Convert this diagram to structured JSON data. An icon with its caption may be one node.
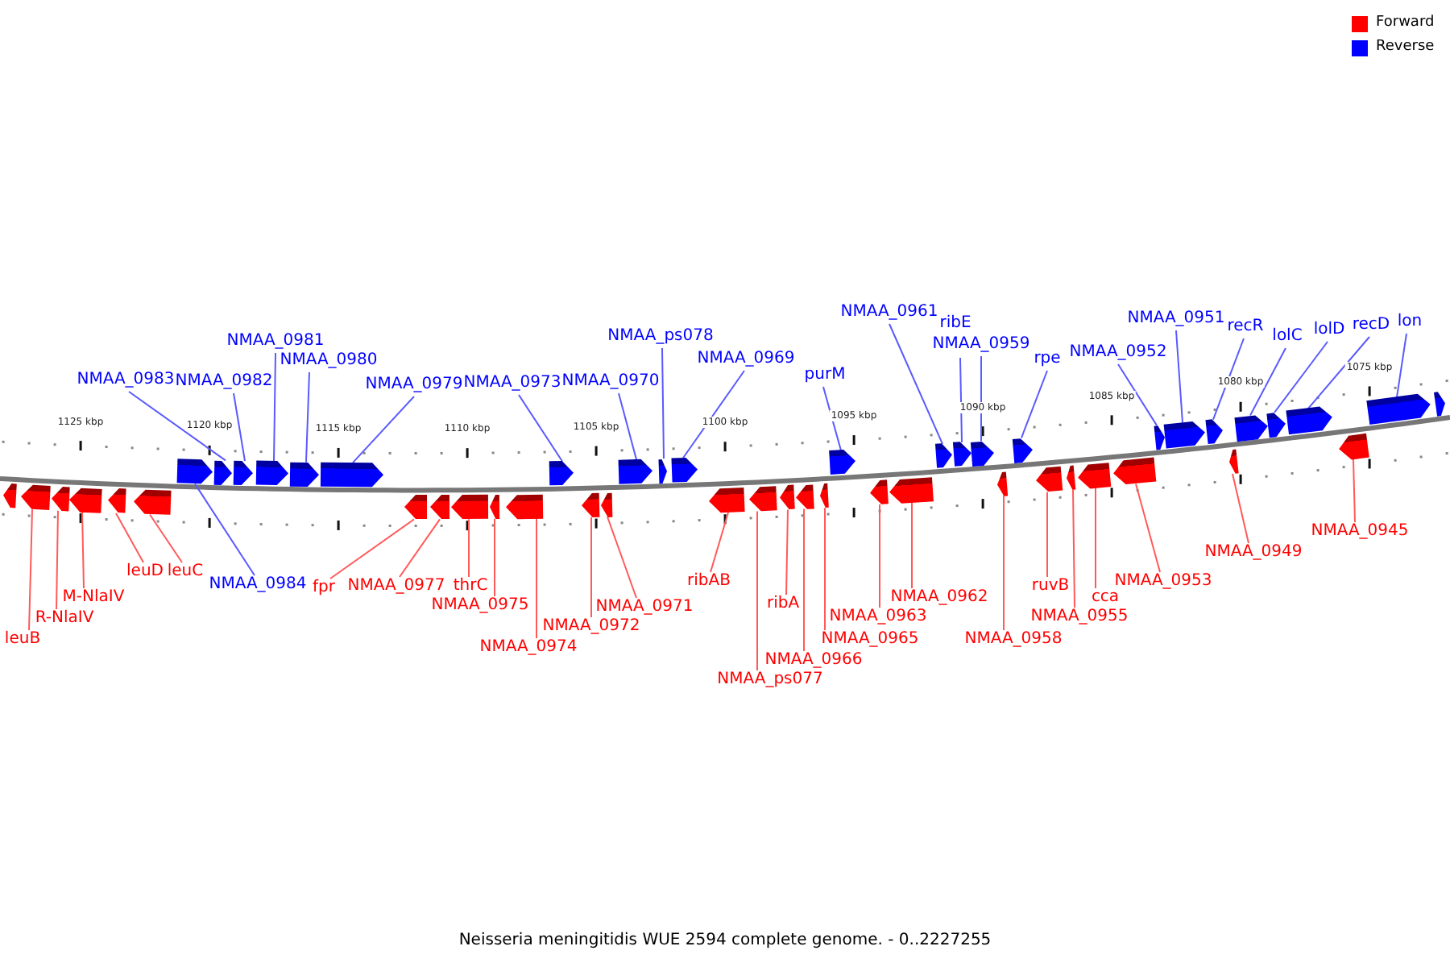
{
  "diagram": {
    "caption": "Neisseria meningitidis WUE 2594 complete genome. - 0..2227255",
    "nodes": [
      {
        "text": [
          "NMAA_0983"
        ]
      },
      {
        "text": [
          "NMAA_0982"
        ]
      },
      {
        "text": [
          "NMAA_0981"
        ]
      },
      {
        "text": [
          "NMAA_0980"
        ]
      },
      {
        "text": [
          "NMAA_0979"
        ]
      },
      {
        "text": [
          "NMAA_0973"
        ]
      },
      {
        "text": [
          "NMAA_0970"
        ]
      },
      {
        "text": [
          "NMAA_ps078"
        ]
      },
      {
        "text": [
          "NMAA_0969"
        ]
      },
      {
        "text": [
          "purM"
        ]
      },
      {
        "text": [
          "NMAA_0961"
        ]
      },
      {
        "text": [
          "ribE"
        ]
      },
      {
        "text": [
          "NMAA_0959"
        ]
      },
      {
        "text": [
          "rpe"
        ]
      },
      {
        "text": [
          "NMAA_0952"
        ]
      },
      {
        "text": [
          "NMAA_0951"
        ]
      },
      {
        "text": [
          "recR"
        ]
      },
      {
        "text": [
          "lolC"
        ]
      },
      {
        "text": [
          "lolD"
        ]
      },
      {
        "text": [
          "recD"
        ]
      },
      {
        "text": [
          "lon"
        ]
      },
      {
        "text": [
          "leuB"
        ]
      },
      {
        "text": [
          "R-NlaIV"
        ]
      },
      {
        "text": [
          "M-NlaIV"
        ]
      },
      {
        "text": [
          "leuD"
        ]
      },
      {
        "text": [
          "leuC"
        ]
      },
      {
        "text": [
          "NMAA_0984"
        ]
      },
      {
        "text": [
          "fpr"
        ]
      },
      {
        "text": [
          "NMAA_0977"
        ]
      },
      {
        "text": [
          "thrC"
        ]
      },
      {
        "text": [
          "NMAA_0975"
        ]
      },
      {
        "text": [
          "NMAA_0974"
        ]
      },
      {
        "text": [
          "NMAA_0972"
        ]
      },
      {
        "text": [
          "NMAA_0971"
        ]
      },
      {
        "text": [
          "ribAB"
        ]
      },
      {
        "text": [
          "NMAA_ps077"
        ]
      },
      {
        "text": [
          "ribA"
        ]
      },
      {
        "text": [
          "NMAA_0966"
        ]
      },
      {
        "text": [
          "NMAA_0965"
        ]
      },
      {
        "text": [
          "NMAA_0963"
        ]
      },
      {
        "text": [
          "NMAA_0962"
        ]
      },
      {
        "text": [
          "NMAA_0958"
        ]
      },
      {
        "text": [
          "ruvB"
        ]
      },
      {
        "text": [
          "NMAA_0955"
        ]
      },
      {
        "text": [
          "cca"
        ]
      },
      {
        "text": [
          "NMAA_0953"
        ]
      },
      {
        "text": [
          "NMAA_0949"
        ]
      },
      {
        "text": [
          "NMAA_0945"
        ]
      },
      {
        "text": [],
        "shape": "arrow"
      },
      {
        "text": [],
        "shape": "arrow"
      },
      {
        "text": [],
        "shape": "arrow"
      },
      {
        "text": [],
        "shape": "arrow"
      },
      {
        "text": [],
        "shape": "arrow"
      },
      {
        "text": [],
        "shape": "arrow"
      },
      {
        "text": [],
        "shape": "arrow"
      },
      {
        "text": [],
        "shape": "arrow"
      },
      {
        "text": [],
        "shape": "arrow"
      },
      {
        "text": [],
        "shape": "arrow"
      },
      {
        "text": [],
        "shape": "arrow"
      },
      {
        "text": [],
        "shape": "arrow"
      },
      {
        "text": [],
        "shape": "arrow"
      },
      {
        "text": [],
        "shape": "arrow"
      },
      {
        "text": [],
        "shape": "arrow"
      },
      {
        "text": [],
        "shape": "arrow"
      },
      {
        "text": [],
        "shape": "arrow"
      },
      {
        "text": [],
        "shape": "arrow"
      },
      {
        "text": [],
        "shape": "arrow"
      },
      {
        "text": [],
        "shape": "arrow"
      },
      {
        "text": [],
        "shape": "arrow"
      },
      {
        "text": [],
        "shape": "arrow"
      },
      {
        "text": [],
        "shape": "arrow"
      },
      {
        "text": [],
        "shape": "arrow"
      },
      {
        "text": [],
        "shape": "arrow"
      },
      {
        "text": [],
        "shape": "arrow"
      },
      {
        "text": [],
        "shape": "arrow"
      },
      {
        "text": [],
        "shape": "arrow"
      },
      {
        "text": [],
        "shape": "arrow"
      },
      {
        "text": [],
        "shape": "arrow"
      },
      {
        "text": [],
        "shape": "arrow"
      },
      {
        "text": [],
        "shape": "arrow"
      },
      {
        "text": [],
        "shape": "arrow"
      },
      {
        "text": [],
        "shape": "arrow"
      },
      {
        "text": [],
        "shape": "arrow"
      },
      {
        "text": [],
        "shape": "arrow"
      },
      {
        "text": [],
        "shape": "arrow"
      },
      {
        "text": [],
        "shape": "arrow"
      },
      {
        "text": [],
        "shape": "arrow"
      },
      {
        "text": [],
        "shape": "arrow"
      },
      {
        "text": [],
        "shape": "arrow"
      },
      {
        "text": [],
        "shape": "arrow"
      },
      {
        "text": [],
        "shape": "arrow"
      },
      {
        "text": [],
        "shape": "arrow"
      },
      {
        "text": [],
        "shape": "arrow"
      },
      {
        "text": [],
        "shape": "arrow"
      },
      {
        "text": [],
        "shape": "arrow"
      },
      {
        "text": [],
        "shape": "arrow"
      },
      {
        "text": [],
        "shape": "arrow"
      },
      {
        "text": [],
        "shape": "arrow"
      }
    ],
    "edges": [
      {
        "from": 0,
        "to": 49,
        "arrow": "none",
        "color": "#5a5aff"
      },
      {
        "from": 1,
        "to": 50,
        "arrow": "none",
        "color": "#5a5aff"
      },
      {
        "from": 2,
        "to": 51,
        "arrow": "none",
        "color": "#5a5aff"
      },
      {
        "from": 3,
        "to": 52,
        "arrow": "none",
        "color": "#5a5aff"
      },
      {
        "from": 4,
        "to": 53,
        "arrow": "none",
        "color": "#5a5aff"
      },
      {
        "from": 5,
        "to": 54,
        "arrow": "none",
        "color": "#5a5aff"
      },
      {
        "from": 6,
        "to": 55,
        "arrow": "none",
        "color": "#5a5aff"
      },
      {
        "from": 7,
        "to": 56,
        "arrow": "none",
        "color": "#5a5aff"
      },
      {
        "from": 8,
        "to": 57,
        "arrow": "none",
        "color": "#5a5aff"
      },
      {
        "from": 9,
        "to": 58,
        "arrow": "none",
        "color": "#5a5aff"
      },
      {
        "from": 10,
        "to": 59,
        "arrow": "none",
        "color": "#5a5aff"
      },
      {
        "from": 11,
        "to": 60,
        "arrow": "none",
        "color": "#5a5aff"
      },
      {
        "from": 12,
        "to": 61,
        "arrow": "none",
        "color": "#5a5aff"
      },
      {
        "from": 13,
        "to": 62,
        "arrow": "none",
        "color": "#5a5aff"
      },
      {
        "from": 14,
        "to": 63,
        "arrow": "none",
        "color": "#5a5aff"
      },
      {
        "from": 15,
        "to": 64,
        "arrow": "none",
        "color": "#5a5aff"
      },
      {
        "from": 16,
        "to": 65,
        "arrow": "none",
        "color": "#5a5aff"
      },
      {
        "from": 17,
        "to": 66,
        "arrow": "none",
        "color": "#5a5aff"
      },
      {
        "from": 18,
        "to": 67,
        "arrow": "none",
        "color": "#5a5aff"
      },
      {
        "from": 19,
        "to": 68,
        "arrow": "none",
        "color": "#5a5aff"
      },
      {
        "from": 20,
        "to": 69,
        "arrow": "none",
        "color": "#5a5aff"
      },
      {
        "from": 21,
        "to": 72,
        "arrow": "none"
      },
      {
        "from": 22,
        "to": 73,
        "arrow": "none"
      },
      {
        "from": 23,
        "to": 74,
        "arrow": "none"
      },
      {
        "from": 24,
        "to": 75,
        "arrow": "none"
      },
      {
        "from": 25,
        "to": 76,
        "arrow": "none"
      },
      {
        "from": 26,
        "to": 48,
        "arrow": "none",
        "color": "#5a5aff"
      },
      {
        "from": 27,
        "to": 77,
        "arrow": "none"
      },
      {
        "from": 28,
        "to": 78,
        "arrow": "none"
      },
      {
        "from": 29,
        "to": 79,
        "arrow": "none"
      },
      {
        "from": 30,
        "to": 80,
        "arrow": "none"
      },
      {
        "from": 31,
        "to": 81,
        "arrow": "none"
      },
      {
        "from": 32,
        "to": 82,
        "arrow": "none"
      },
      {
        "from": 33,
        "to": 83,
        "arrow": "none"
      },
      {
        "from": 34,
        "to": 84,
        "arrow": "none"
      },
      {
        "from": 35,
        "to": 85,
        "arrow": "none"
      },
      {
        "from": 36,
        "to": 86,
        "arrow": "none"
      },
      {
        "from": 37,
        "to": 87,
        "arrow": "none"
      },
      {
        "from": 38,
        "to": 88,
        "arrow": "none"
      },
      {
        "from": 39,
        "to": 89,
        "arrow": "none"
      },
      {
        "from": 40,
        "to": 90,
        "arrow": "none"
      },
      {
        "from": 41,
        "to": 91,
        "arrow": "none"
      },
      {
        "from": 42,
        "to": 92,
        "arrow": "none"
      },
      {
        "from": 43,
        "to": 93,
        "arrow": "none"
      },
      {
        "from": 44,
        "to": 94,
        "arrow": "none"
      },
      {
        "from": 45,
        "to": 95,
        "arrow": "none"
      },
      {
        "from": 46,
        "to": 96,
        "arrow": "none"
      },
      {
        "from": 47,
        "to": 97,
        "arrow": "none"
      }
    ],
    "labels": [
      "1125 kbp",
      "1120 kbp",
      "1115 kbp",
      "1110 kbp",
      "1105 kbp",
      "1100 kbp",
      "1095 kbp",
      "1090 kbp",
      "1085 kbp",
      "1080 kbp",
      "1075 kbp"
    ],
    "legend": [
      {
        "text": "Forward",
        "color": "#ff0000"
      },
      {
        "text": "Reverse",
        "color": "#0000ff"
      }
    ]
  }
}
